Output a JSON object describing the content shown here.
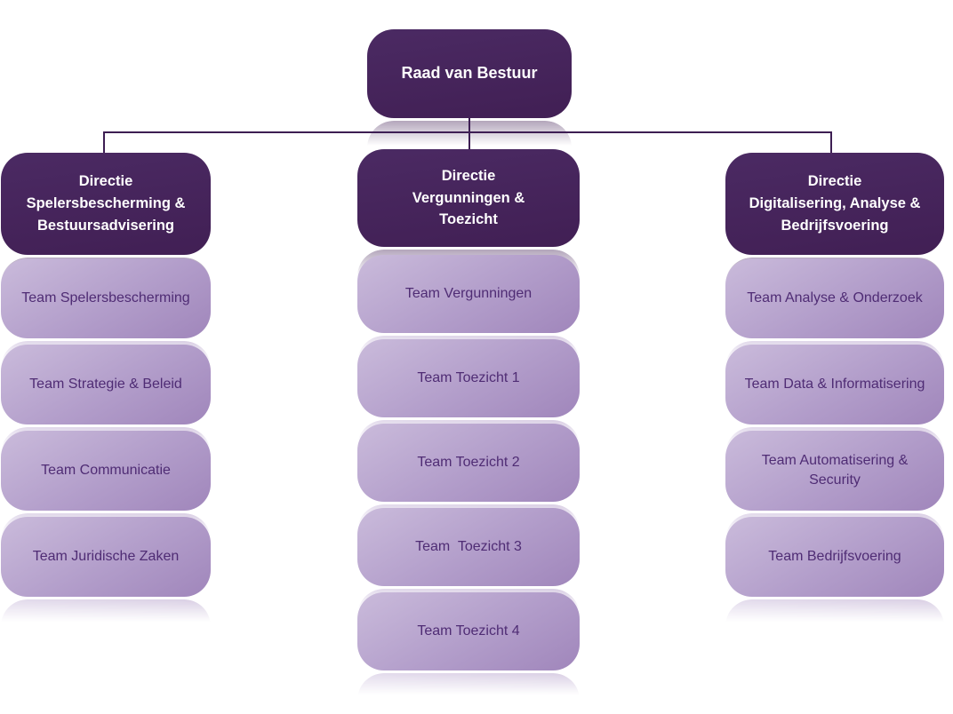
{
  "root": {
    "label": "Raad van Bestuur"
  },
  "columns": [
    {
      "director": {
        "label": "Directie\nSpelersbescherming &\nBestuursadvisering"
      },
      "teams": [
        "Team Spelersbescherming",
        "Team Strategie & Beleid",
        "Team Communicatie",
        "Team Juridische Zaken"
      ]
    },
    {
      "director": {
        "label": "Directie\nVergunningen &\nToezicht"
      },
      "teams": [
        "Team Vergunningen",
        "Team Toezicht 1",
        "Team Toezicht 2",
        "Team  Toezicht 3",
        "Team Toezicht 4"
      ]
    },
    {
      "director": {
        "label": "Directie\nDigitalisering, Analyse &\nBedrijfsvoering"
      },
      "teams": [
        "Team Analyse & Onderzoek",
        "Team Data & Informatisering",
        "Team Automatisering &\nSecurity",
        "Team Bedrijfsvoering"
      ]
    }
  ],
  "colors": {
    "canvas_bg": "#ffffff",
    "dark_box_top": "#4b2a63",
    "dark_box_bottom": "#411f54",
    "director_text": "#ffffff",
    "team_box_light": "#cabbdb",
    "team_box_mid": "#b29dca",
    "team_box_dark": "#a086bb",
    "team_text": "#4f2c74",
    "connector": "#3d1e53"
  }
}
